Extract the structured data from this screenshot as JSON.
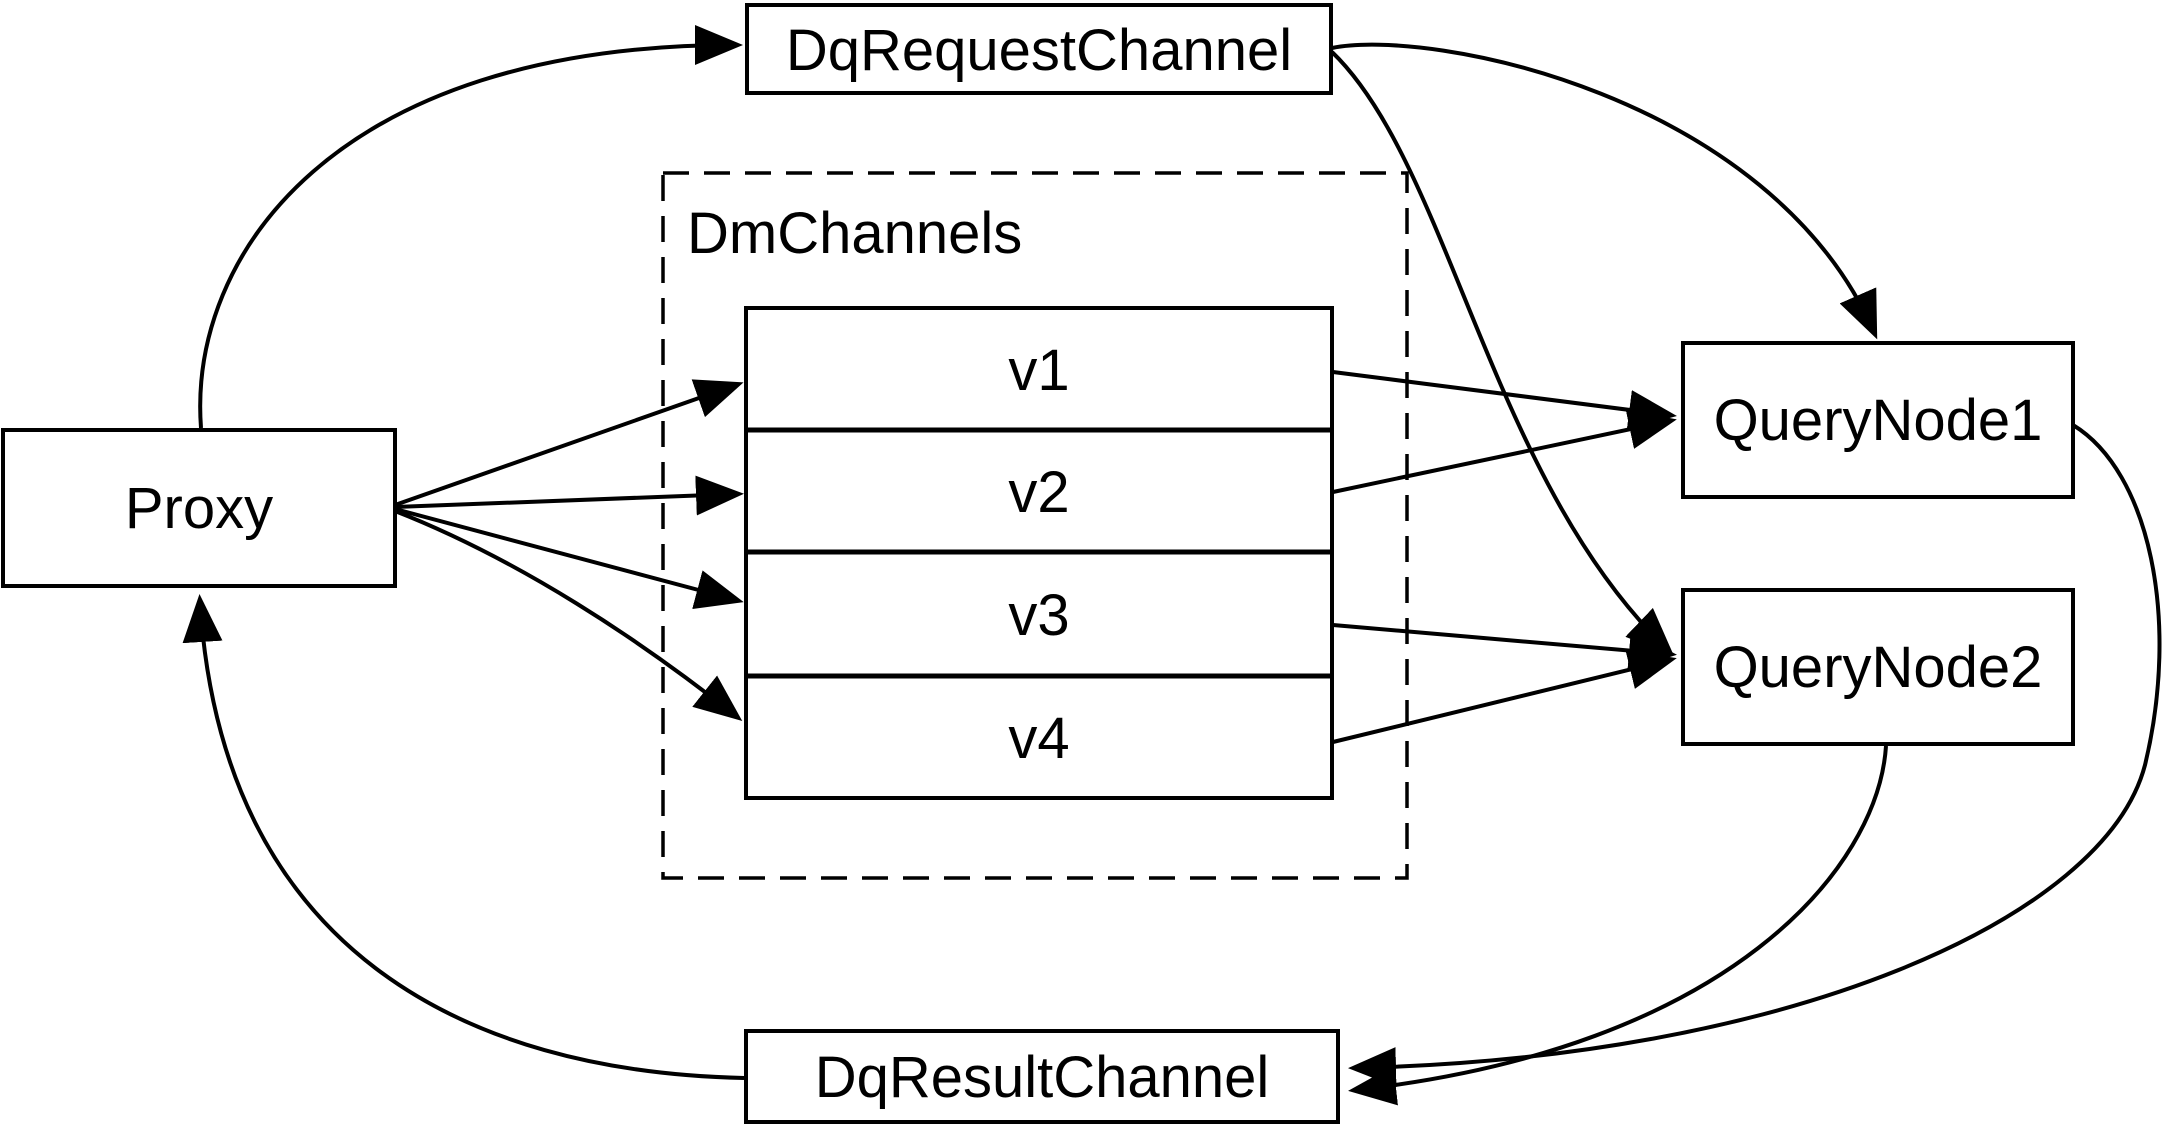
{
  "diagram": {
    "background_color": "#ffffff",
    "line_color": "#000000",
    "nodes": {
      "proxy": {
        "label": "Proxy"
      },
      "dq_request_channel": {
        "label": "DqRequestChannel"
      },
      "dm_channels_group": {
        "label": "DmChannels"
      },
      "channels": [
        {
          "label": "v1"
        },
        {
          "label": "v2"
        },
        {
          "label": "v3"
        },
        {
          "label": "v4"
        }
      ],
      "query_node_1": {
        "label": "QueryNode1"
      },
      "query_node_2": {
        "label": "QueryNode2"
      },
      "dq_result_channel": {
        "label": "DqResultChannel"
      }
    },
    "edges": [
      "proxy -> dq_request_channel",
      "dq_request_channel -> query_node_1",
      "dq_request_channel -> query_node_2",
      "proxy -> v1",
      "proxy -> v2",
      "proxy -> v3",
      "proxy -> v4",
      "v1 -> query_node_1",
      "v2 -> query_node_1",
      "v3 -> query_node_2",
      "v4 -> query_node_2",
      "query_node_1 -> dq_result_channel",
      "query_node_2 -> dq_result_channel",
      "dq_result_channel -> proxy"
    ]
  }
}
